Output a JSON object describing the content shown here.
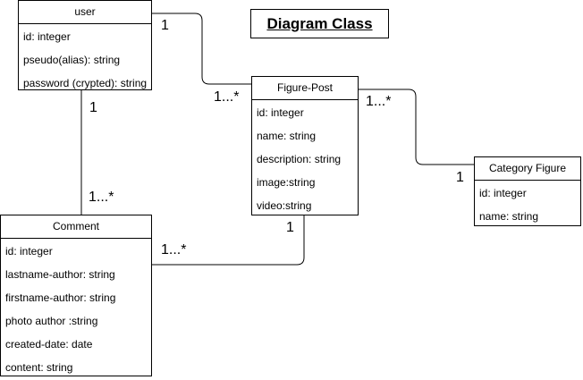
{
  "title": "Diagram Class",
  "classes": {
    "user": {
      "name": "user",
      "attributes": [
        "id:  integer",
        "pseudo(alias): string",
        "password (crypted): string"
      ]
    },
    "figure_post": {
      "name": "Figure-Post",
      "attributes": [
        "id:  integer",
        "name: string",
        "description: string",
        "image:string",
        "video:string"
      ]
    },
    "category_figure": {
      "name": "Category Figure",
      "attributes": [
        "id:  integer",
        "name: string"
      ]
    },
    "comment": {
      "name": "Comment",
      "attributes": [
        "id:  integer",
        "lastname-author: string",
        "firstname-author: string",
        "photo author :string",
        "created-date: date",
        "content: string"
      ]
    }
  },
  "multiplicities": {
    "user_to_post_user_end": "1",
    "user_to_post_post_end": "1...*",
    "post_to_category_post_end": "1...*",
    "post_to_category_category_end": "1",
    "user_to_comment_user_end": "1",
    "user_to_comment_comment_end": "1...*",
    "post_to_comment_post_end": "1",
    "post_to_comment_comment_end": "1...*"
  }
}
